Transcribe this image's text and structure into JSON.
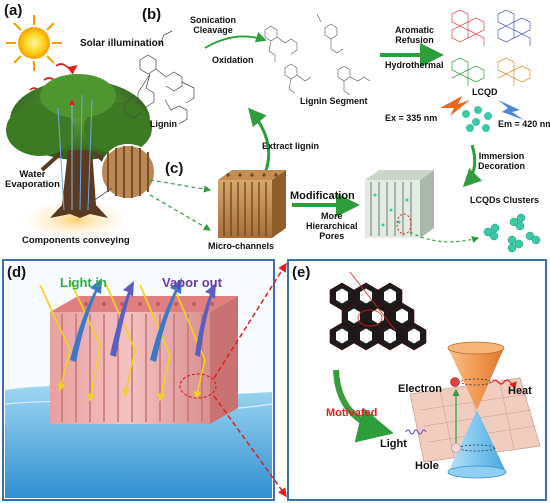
{
  "panels": {
    "a": {
      "label": "(a)",
      "solar": "Solar illumination",
      "water_evaporation": [
        "Water",
        "Evaporation"
      ],
      "components_conveying": "Components conveying"
    },
    "b": {
      "label": "(b)",
      "sonication": [
        "Sonication",
        "Cleavage"
      ],
      "oxidation": "Oxidation",
      "lignin": "Lignin",
      "lignin_segment": "Lignin Segment",
      "aromatic": [
        "Aromatic",
        "Refusion"
      ],
      "hydrothermal": "Hydrothermal",
      "lcqd": "LCQD",
      "ex": "Ex = 335 nm",
      "em": "Em = 420 nm"
    },
    "c": {
      "label": "(c)",
      "extract_lignin": "Extract lignin",
      "micro_channels": "Micro-channels",
      "modification": "Modification",
      "more_pores": [
        "More",
        "Hierarchical",
        "Pores"
      ],
      "immersion": [
        "Immersion",
        "Decoration"
      ],
      "lcqds_clusters": "LCQDs Clusters"
    },
    "d": {
      "label": "(d)",
      "light_in": "Light in",
      "vapor_out": "Vapor out"
    },
    "e": {
      "label": "(e)",
      "electron": "Electron",
      "heat": "Heat",
      "motivated": "Motivated",
      "light": "Light",
      "hole": "Hole"
    }
  },
  "colors": {
    "green_text": "#2bb04a",
    "purple_text": "#6a3aa8",
    "red_text": "#e0201c",
    "arrow_green": "#2e9e3c",
    "dashed_red": "#e0201c"
  }
}
